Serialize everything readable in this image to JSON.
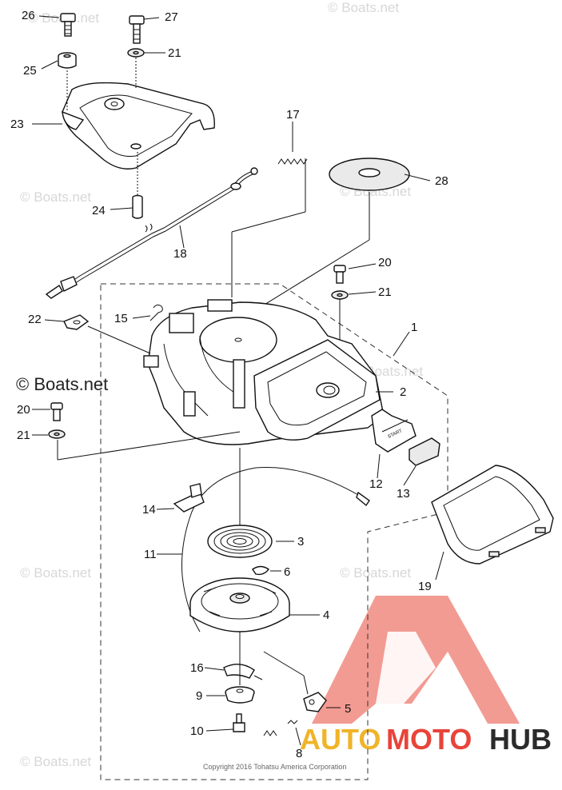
{
  "labels": {
    "l1": "1",
    "l2": "2",
    "l3": "3",
    "l4": "4",
    "l5": "5",
    "l6": "6",
    "l8": "8",
    "l9": "9",
    "l10": "10",
    "l11": "11",
    "l12": "12",
    "l13": "13",
    "l14": "14",
    "l15": "15",
    "l16": "16",
    "l17": "17",
    "l18": "18",
    "l19": "19",
    "l20a": "20",
    "l20b": "20",
    "l21a": "21",
    "l21b": "21",
    "l21c": "21",
    "l22": "22",
    "l23": "23",
    "l24": "24",
    "l25": "25",
    "l26": "26",
    "l27": "27",
    "l28": "28"
  },
  "watermark": {
    "small": "© Boats.net",
    "large": "© Boats.net"
  },
  "handle_text": "START",
  "copyright": "Copyright 2016 Tohatsu America Corporation",
  "brand": {
    "part1": "AUTO",
    "part2": "MOTO",
    "part3": "HUB",
    "color1": "#f0b429",
    "color2": "#e8443a",
    "color3": "#2b2b2b",
    "logo_color": "#f08a80"
  }
}
